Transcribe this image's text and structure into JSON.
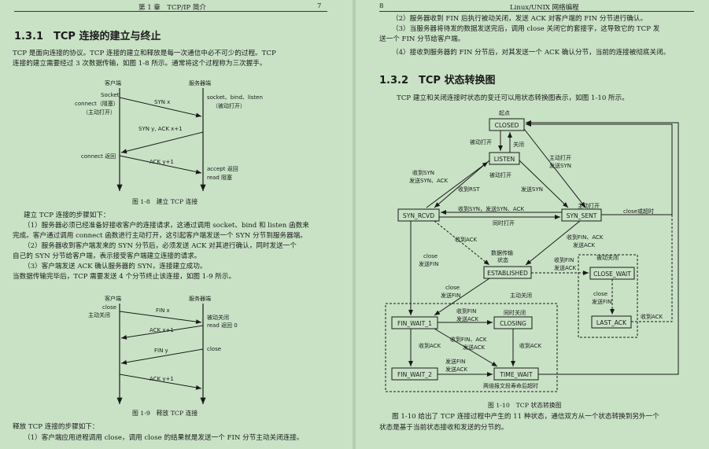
{
  "left": {
    "header_left": "第 1 章　TCP/IP 简介",
    "header_right": "7",
    "section_title": "1.3.1　TCP 连接的建立与终止",
    "para1": [
      "TCP 是面向连接的协议。TCP 连接的建立和释放是每一次通信中必不可少的过程。TCP",
      "连接的建立需要经过 3 次数据传输，如图 1-8 所示。通常将这个过程称为三次握手。"
    ],
    "fig8": {
      "client_title": "客户端",
      "server_title": "服务器端",
      "client_note1": "Socket",
      "client_note2": "connect（阻塞）",
      "client_note3": "（主动打开）",
      "server_note1": "socket、bind、listen",
      "server_note2": "（被动打开）",
      "msg1": "SYN   x",
      "msg2": "SYN   y, ACK x+1",
      "msg3": "ACK    y+1",
      "client_return": "connect 返回",
      "server_return1": "accept 返回",
      "server_return2": "read 阻塞",
      "caption": "图 1-8　建立 TCP 连接"
    },
    "steps_title": "建立 TCP 连接的步骤如下：",
    "steps": [
      "（1）服务器必须已经准备好接收客户的连接请求，这通过调用 socket、bind 和 listen 函数来",
      "完成。客户通过调用 connect 函数进行主动打开，这引起客户端发送一个 SYN 分节到服务器端。",
      "（2）服务器收到客户端发来的 SYN 分节后，必须发送 ACK 对其进行确认，同时发送一个",
      "自己的 SYN 分节给客户端，表示接受客户端建立连接的请求。",
      "（3）客户端发送 ACK 确认服务器的 SYN，连接建立成功。",
      "当数据传输完毕后，TCP 需要发送 4 个分节终止该连接，如图 1-9 所示。"
    ],
    "fig9": {
      "client_title": "客户端",
      "server_title": "服务器端",
      "client_note1": "close",
      "client_note2": "主动关闭",
      "msg1": "FIN    x",
      "msg2": "ACK x+1",
      "msg3": "FIN    y",
      "msg4": "ACK   y+1",
      "server_note1": "被动关闭",
      "server_note2": "read 返回 0",
      "server_note3": "close",
      "caption": "图 1-9　释放 TCP 连接"
    },
    "release_title": "释放 TCP 连接的步骤如下：",
    "release_step1": "（1）客户端应用进程调用 close，调用 close 的结果就是发送一个 FIN 分节主动关闭连接。"
  },
  "right": {
    "header_left": "8",
    "header_center": "Linux/UNIX 网络编程",
    "para_top": [
      "（2）服务器收到 FIN 后执行被动关闭，发送 ACK 对客户端的 FIN 分节进行确认。",
      "（3）当服务器将待发的数据发送完后，调用 close 关闭它的套接字，这导致它的 TCP 发",
      "送一个 FIN 分节给客户端。",
      "（4）接收到服务器的 FIN 分节后，对其发送一个 ACK 确认分节，当前的连接被彻底关闭。"
    ],
    "section_title": "1.3.2　TCP 状态转换图",
    "intro": "TCP 建立和关闭连接时状态的变迁可以用状态转换图表示，如图 1-10 所示。",
    "fig10": {
      "start": "起点",
      "states": {
        "closed": "CLOSED",
        "listen": "LISTEN",
        "syn_rcvd": "SYN_RCVD",
        "syn_sent": "SYN_SENT",
        "established": "ESTABLISHED",
        "close_wait": "CLOSE_WAIT",
        "last_ack": "LAST_ACK",
        "fin_wait_1": "FIN_WAIT_1",
        "closing": "CLOSING",
        "fin_wait_2": "FIN_WAIT_2",
        "time_wait": "TIME_WAIT"
      },
      "labels": {
        "passive_open": "被动打开",
        "close": "关闭",
        "active_open": "主动打开",
        "send_syn": "发送SYN",
        "recv_syn_1": "收到SYN",
        "recv_syn_2": "发送SYN、ACK",
        "recv_rst": "收到RST",
        "passive_open2": "被动打开",
        "send_syn2": "发送SYN",
        "active_open2": "主动打开",
        "simul_open": "收到SYN，发送SYN、ACK",
        "simul_open2": "同时打开",
        "close_or_timeout": "close或超时",
        "recv_ack": "收到ACK",
        "data_state1": "数据传输",
        "data_state2": "状态",
        "recv_syn_ack_1": "收到FIN、ACK",
        "recv_syn_ack_2": "发送ACK",
        "recv_fin_1": "收到FIN",
        "recv_fin_2": "发送ACK",
        "passive_close": "被动关闭",
        "close_send_fin_1": "close",
        "close_send_fin_2": "发送FIN",
        "close_b_1": "close",
        "close_b_2": "发送FIN",
        "close_c_1": "close",
        "close_c_2": "发送FIN",
        "active_close": "主动关闭",
        "lastack_recv": "收到ACK",
        "simul_close": "同时关闭",
        "fw1_recvfin_1": "收到FIN",
        "fw1_recvfin_2": "发送ACK",
        "fw1_recvack": "收到ACK",
        "fw1_recvfinack_1": "收到FIN、ACK",
        "fw1_recvfinack_2": "发送ACK",
        "closing_recvack": "收到ACK",
        "fw2_recvfin_1": "发送FIN",
        "fw2_recvfin_2": "发送ACK",
        "timeout_note": "两倍报文段寿命后超时"
      },
      "caption": "图 1-10　TCP 状态转换图"
    },
    "para_bottom": [
      "图 1-10 给出了 TCP 连接过程中产生的 11 种状态，通信双方从一个状态转换到另外一个",
      "状态是基于当前状态接收和发送的分节的。"
    ]
  }
}
